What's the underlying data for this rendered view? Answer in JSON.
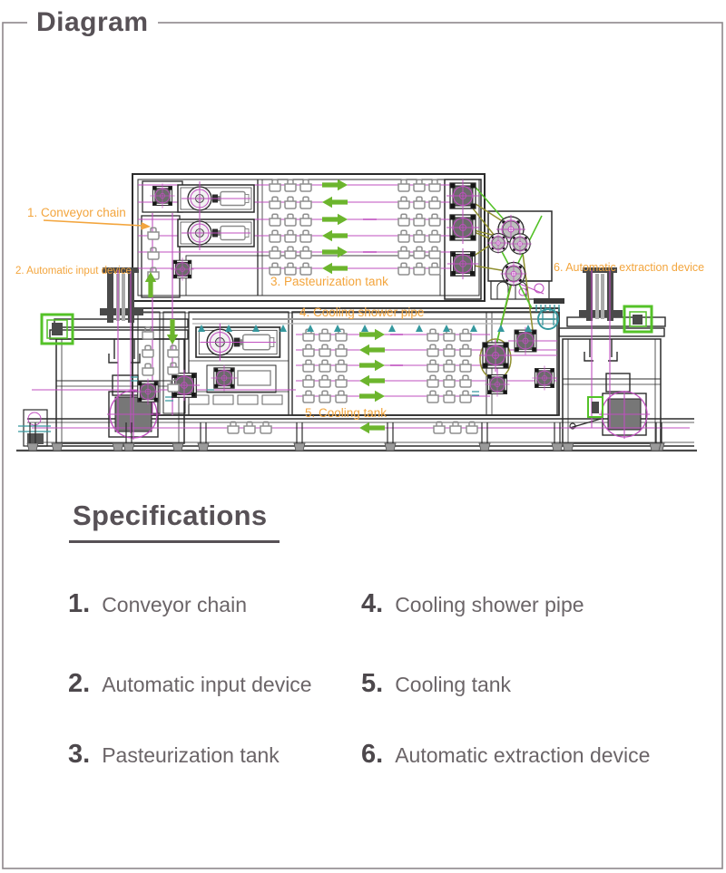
{
  "page": {
    "title": "Diagram",
    "section_heading": "Specifications"
  },
  "diagram": {
    "labels": {
      "l1": "1. Conveyor chain",
      "l2": "2.  Automatic input device",
      "l3": "3. Pasteurization tank",
      "l4": "4.  Cooling shower pipe",
      "l5": "5. Cooling tank",
      "l6": "6. Automatic extraction device"
    }
  },
  "specifications": {
    "items": [
      {
        "number": "1.",
        "label": "Conveyor chain"
      },
      {
        "number": "2.",
        "label": "Automatic input device"
      },
      {
        "number": "3.",
        "label": "Pasteurization tank"
      },
      {
        "number": "4.",
        "label": "Cooling shower pipe"
      },
      {
        "number": "5.",
        "label": "Cooling tank"
      },
      {
        "number": "6.",
        "label": "Automatic extraction device"
      }
    ]
  },
  "colors": {
    "text_dark": "#575156",
    "list_label_gray": "#6b6568",
    "accent_orange": "#f3a53d",
    "machine_magenta": "#bf4fbf",
    "machine_green": "#54c228",
    "arrow_green": "#6cb52d",
    "machine_teal": "#35989e",
    "chain_olive": "#8f8f2e",
    "structure_black": "#2b2b2b",
    "border_gray": "#8d878b"
  }
}
